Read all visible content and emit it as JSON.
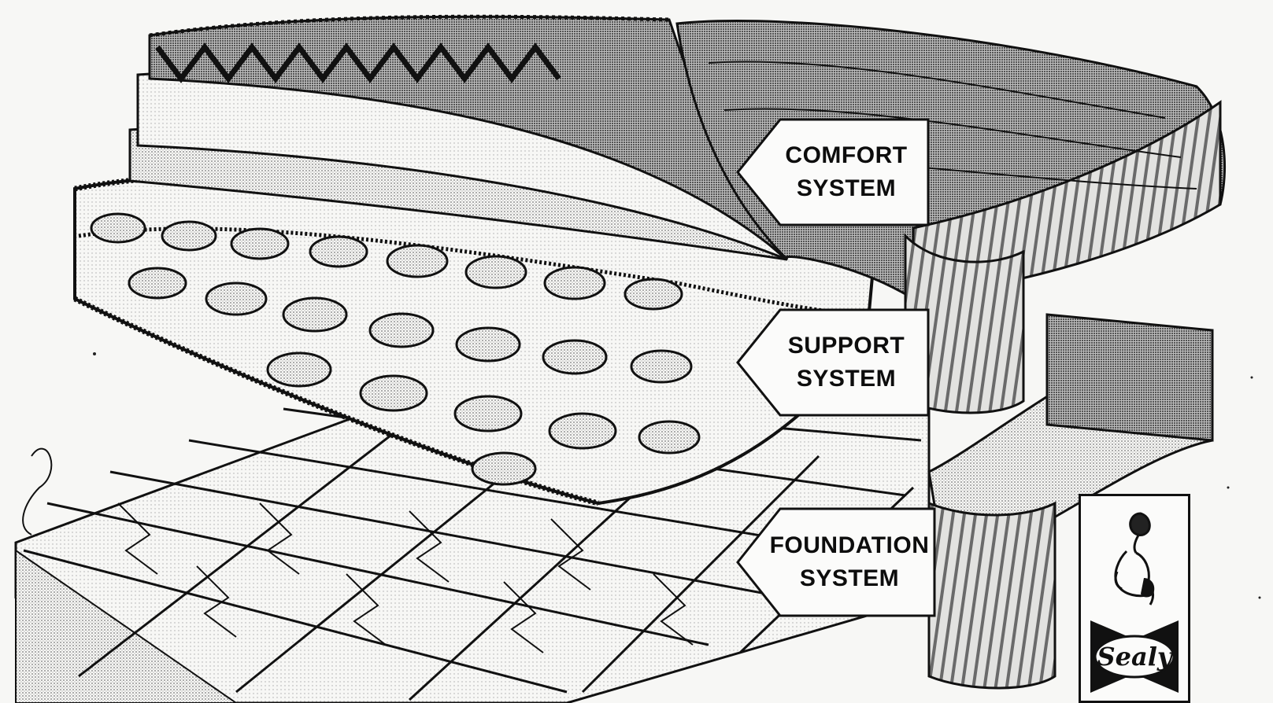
{
  "illustration": {
    "subject": "Mattress and box spring cutaway",
    "layers": [
      {
        "id": "comfort",
        "line1": "COMFORT",
        "line2": "SYSTEM"
      },
      {
        "id": "support",
        "line1": "SUPPORT",
        "line2": "SYSTEM"
      },
      {
        "id": "foundation",
        "line1": "FOUNDATION",
        "line2": "SYSTEM"
      }
    ]
  },
  "brand": {
    "logo_text": "Sealy",
    "emblem": "figure-icon"
  },
  "colors": {
    "ink": "#111111",
    "paper": "#f7f7f5",
    "halftone": "#9a9a9a"
  }
}
